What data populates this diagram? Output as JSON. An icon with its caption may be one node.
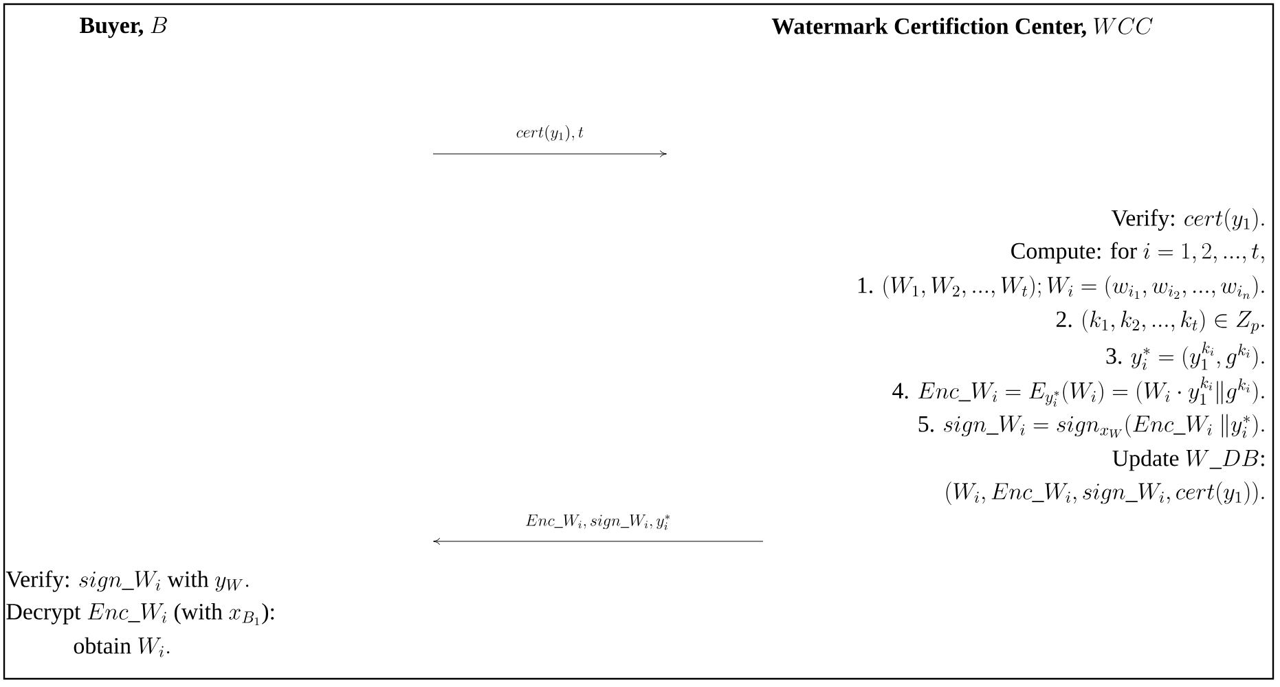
{
  "diagram": {
    "labels": [
      "\\textbf{Buyer,}\\ B",
      "\\textbf{Watermark Certifiction Center,}\\ WCC",
      "cert(y_1),t",
      "\\text{Verify: } cert(y_1).",
      "\\text{Compute: for } i=1,2,...,t,",
      "\\text{1. }(W_1,W_2,...,W_t);W_i=(w_{i_1},w_{i_2},...,w_{i_n}).",
      "\\text{2. }(k_1,k_2,...,k_t)\\in Z_p.",
      "\\text{3. }y_i^*=(y_1^{k_i},g^{k_i}).",
      "\\text{4. }Enc\\_W_i=E_{y_i^*}(W_i)=(W_i\\cdot y_1^{k_i}\\|g^{k_i}).",
      "\\text{5. }sign\\_W_i={}sign_{x_W}(Enc\\_W_i\\ \\|y_i^*).",
      "\\text{Update }W\\_DB\\text{:}",
      "(W_i,Enc\\_W_i,sign\\_W_i,cert(y_1)).",
      "Enc\\_W_i,sign\\_W_i,y_i^*",
      "\\text{Verify: }sign\\_W_i\\text{ with }y_W.",
      "\\text{Decrypt }Enc\\_W_i\\text{ (with }x_{B_1}\\text{):}",
      "\\text{obtain }W_i."
    ]
  }
}
